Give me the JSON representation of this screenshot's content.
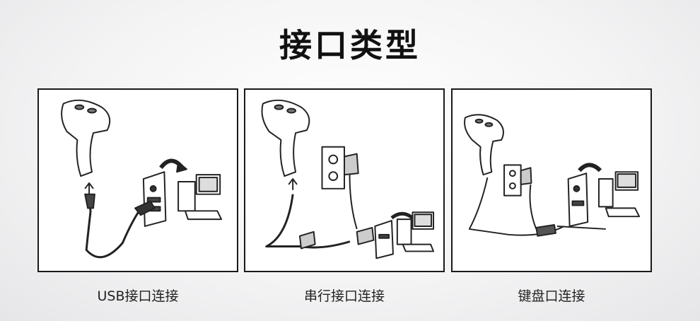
{
  "title": "接口类型",
  "panels": [
    {
      "caption": "USB接口连接"
    },
    {
      "caption": "串行接口连接"
    },
    {
      "caption": "键盘口连接"
    }
  ]
}
